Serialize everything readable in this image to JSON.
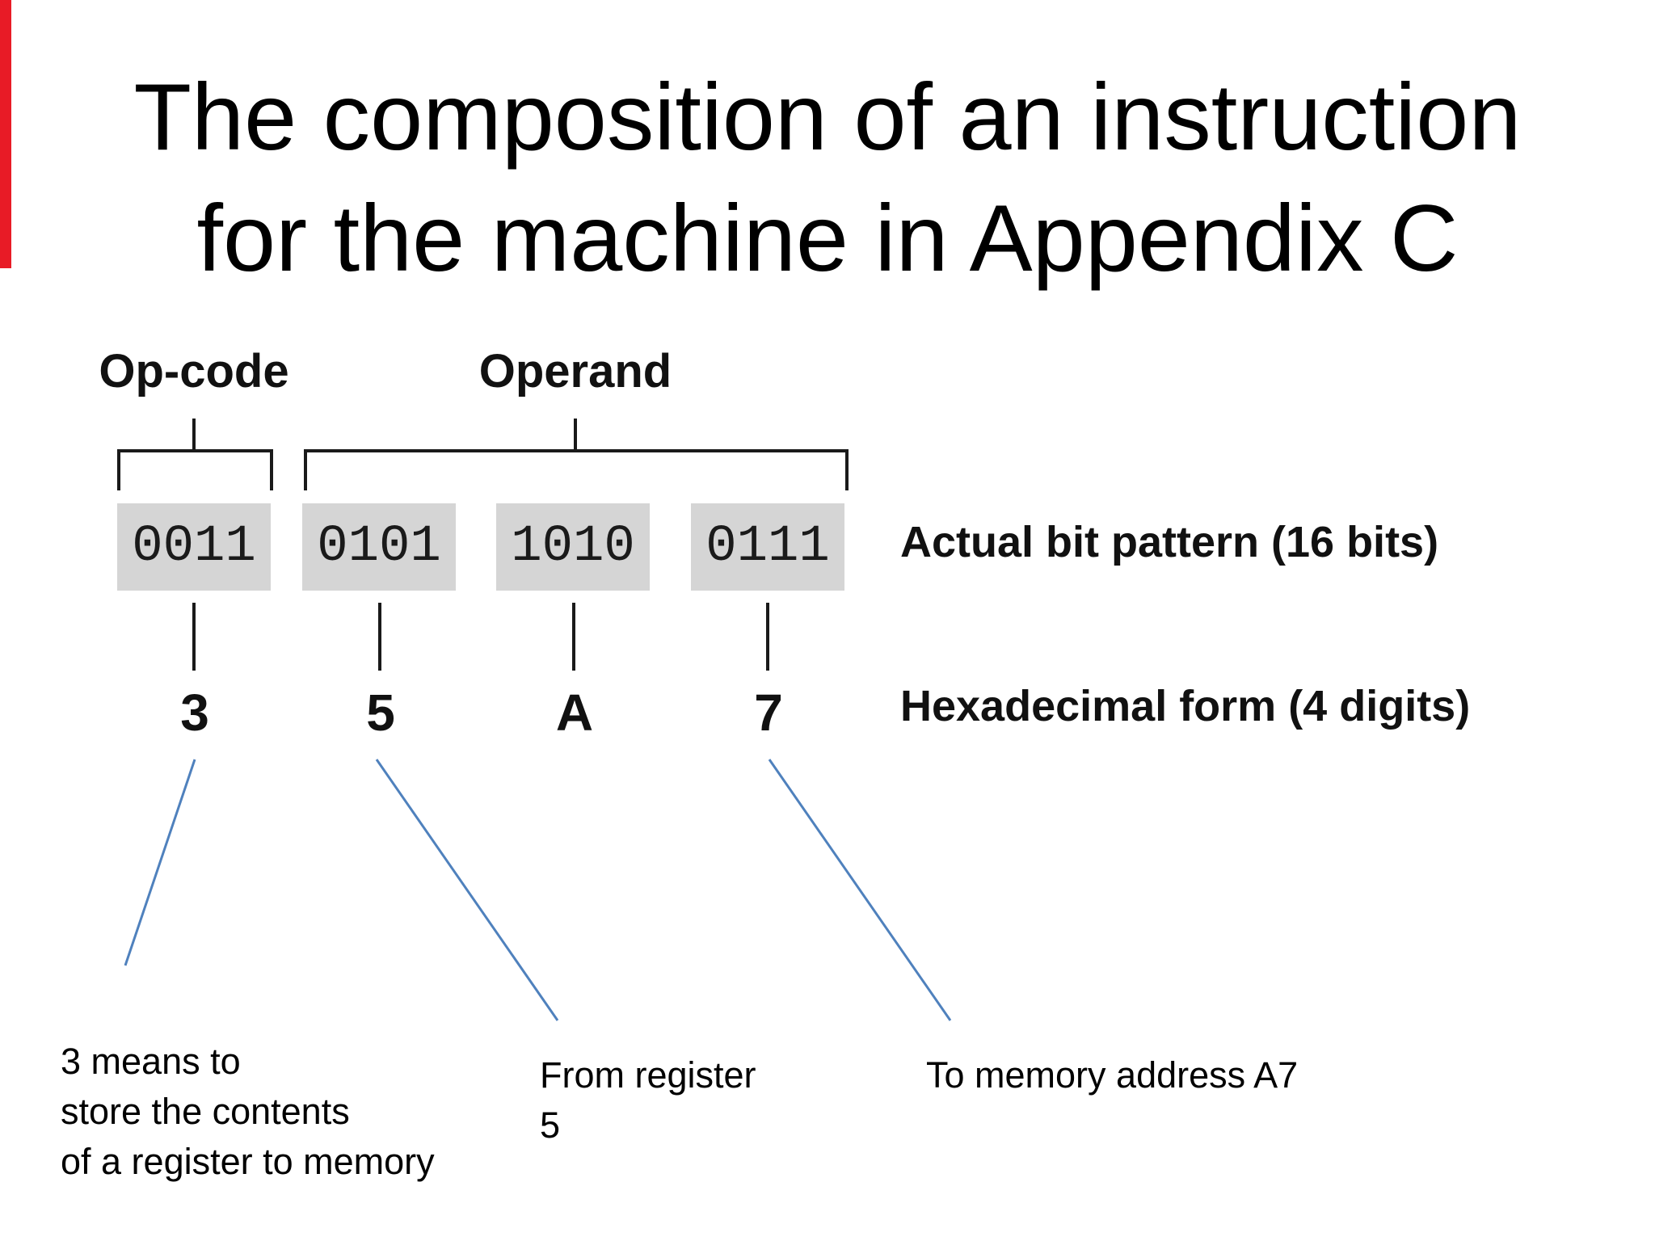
{
  "colors": {
    "background": "#ffffff",
    "edge_bar_red": "#e81b26",
    "box_fill": "#d5d5d5",
    "diagram_ink": "#1a1a1a",
    "connector_blue": "#4f81bd"
  },
  "title": {
    "line1": "The composition of an instruction",
    "line2": "for the machine in Appendix C"
  },
  "figure": {
    "field_labels": [
      {
        "label": "Op-code"
      },
      {
        "label": "Operand"
      }
    ],
    "boxes": [
      {
        "bits": "0011",
        "hex": "3"
      },
      {
        "bits": "0101",
        "hex": "5"
      },
      {
        "bits": "1010",
        "hex": "A"
      },
      {
        "bits": "0111",
        "hex": "7"
      }
    ],
    "row_labels": {
      "bit_pattern": "Actual bit pattern (16 bits)",
      "hex_form": "Hexadecimal form (4 digits)"
    }
  },
  "annotations": [
    {
      "text": "3 means to\nstore the contents\nof a register to memory"
    },
    {
      "text": "From register\n5"
    },
    {
      "text": "To memory address A7"
    }
  ]
}
